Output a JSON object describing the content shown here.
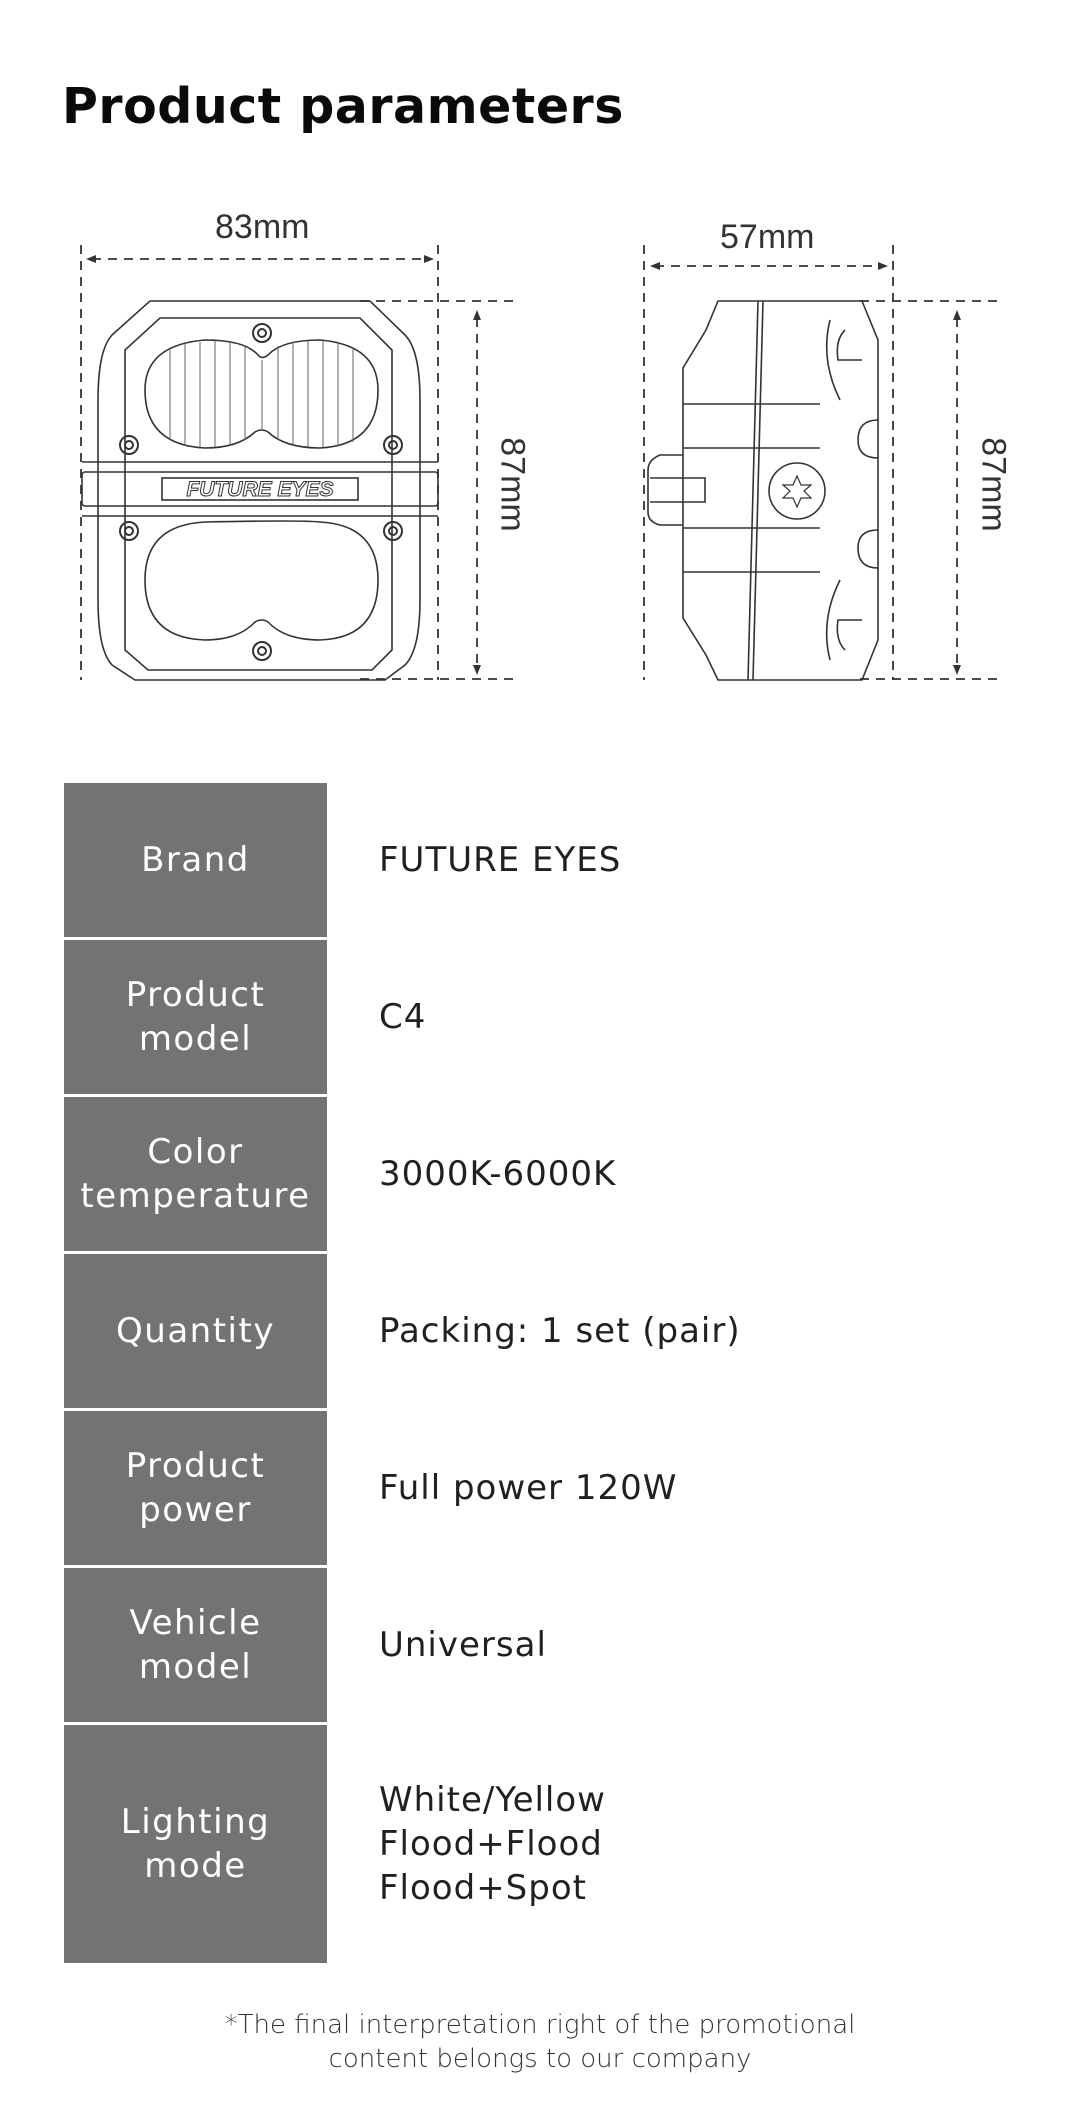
{
  "header": {
    "title": "Product parameters"
  },
  "drawings": {
    "front_view": {
      "width_label": "83mm",
      "height_label": "87mm",
      "logo_text": "FUTURE EYES"
    },
    "side_view": {
      "depth_label": "57mm",
      "height_label": "87mm"
    }
  },
  "parameters": [
    {
      "label": "Brand",
      "value": "FUTURE EYES"
    },
    {
      "label": "Product\nmodel",
      "value": "C4"
    },
    {
      "label": "Color\ntemperature",
      "value": "3000K-6000K"
    },
    {
      "label": "Quantity",
      "value": "Packing:  1 set  (pair)"
    },
    {
      "label": "Product\npower",
      "value": "Full power 120W"
    },
    {
      "label": "Vehicle\nmodel",
      "value": "Universal"
    },
    {
      "label": "Lighting\nmode",
      "value": "White/Yellow\nFlood+Flood\nFlood+Spot"
    }
  ],
  "footer": {
    "disclaimer": "*The final interpretation right of the promotional\ncontent belongs to our company"
  },
  "colors": {
    "label_bg": "#737373",
    "label_text": "#ffffff",
    "value_text": "#231f20"
  }
}
